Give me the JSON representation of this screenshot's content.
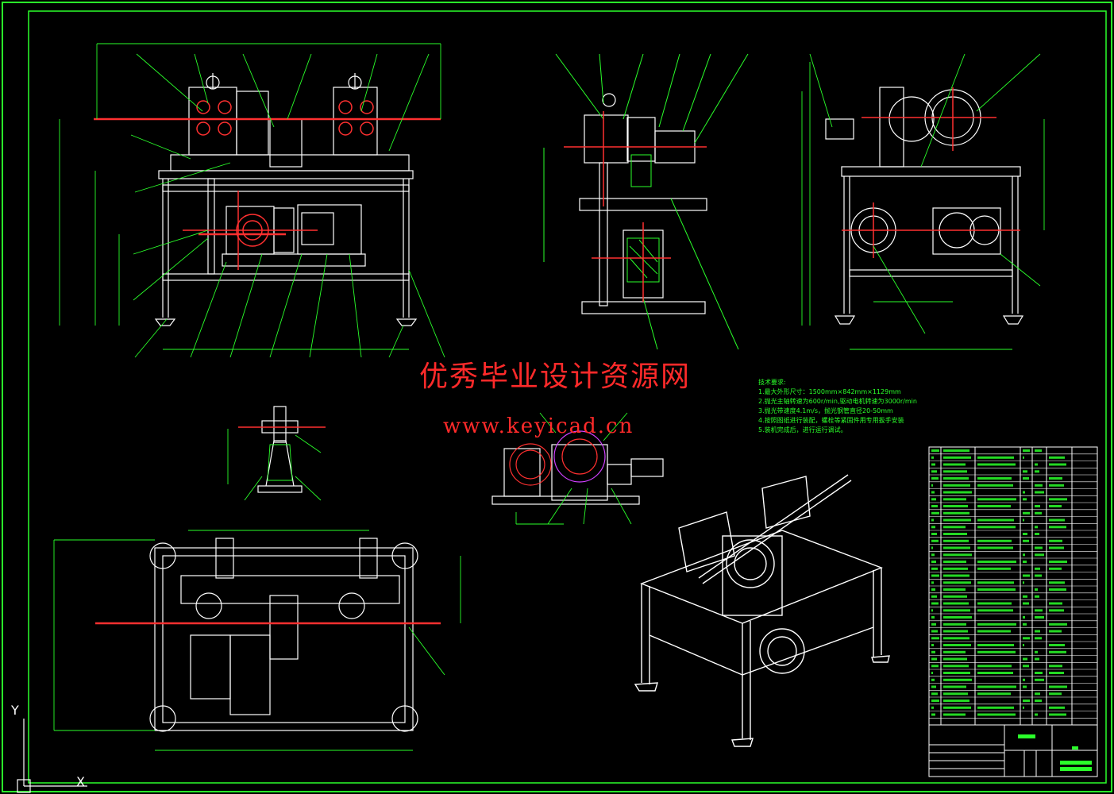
{
  "watermark": {
    "site_name": "优秀毕业设计资源网",
    "url": "www.keyicad.cn"
  },
  "technical_requirements": {
    "heading": "技术要求:",
    "items": [
      "1.最大外形尺寸：1500mm×842mm×1129mm",
      "2.抛光主轴转速为600r/min,驱动电机转速为3000r/min",
      "3.抛光带速度4.1m/s，抛光钢管直径20-50mm",
      "4.按照图纸进行装配，螺栓等紧固件用专用扳手安装",
      "5.装机完成后，进行运行调试。"
    ]
  },
  "ucs_icon": {
    "y_label": "Y",
    "x_label": "X"
  },
  "colors": {
    "background": "#000000",
    "frame": "#2aff2a",
    "lines": "#ffffff",
    "dimension": "#2aff2a",
    "centerline": "#ff3030",
    "watermark": "#ff2a2a",
    "accent": "#00c8ff"
  }
}
